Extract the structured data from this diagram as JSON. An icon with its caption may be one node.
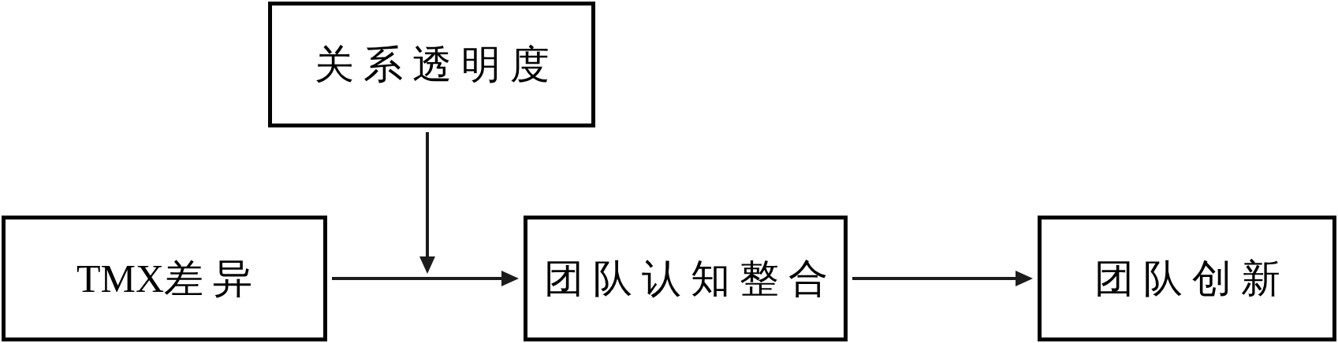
{
  "diagram": {
    "nodes": [
      {
        "text": [
          "关系透明度"
        ]
      },
      {
        "text": [
          "TMX差异"
        ]
      },
      {
        "text": [
          "团队认知整合"
        ]
      },
      {
        "text": [
          "团队创新"
        ]
      }
    ],
    "edges": [
      {
        "from": 1,
        "to": 2,
        "arrow": "to"
      },
      {
        "from": 2,
        "to": 3,
        "arrow": "to"
      },
      {
        "from": 0,
        "to": null,
        "arrow": "to"
      }
    ]
  }
}
